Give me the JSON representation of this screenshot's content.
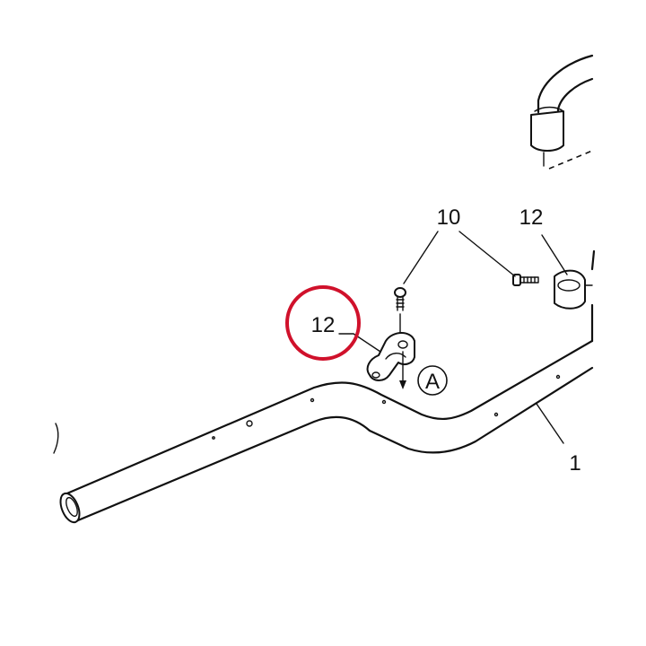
{
  "labels": {
    "part_10": "10",
    "part_12_right": "12",
    "part_12_highlighted": "12",
    "part_1": "1",
    "detail_a": "A"
  },
  "colors": {
    "highlight": "#d0112b",
    "line": "#111111",
    "background": "#ffffff"
  }
}
